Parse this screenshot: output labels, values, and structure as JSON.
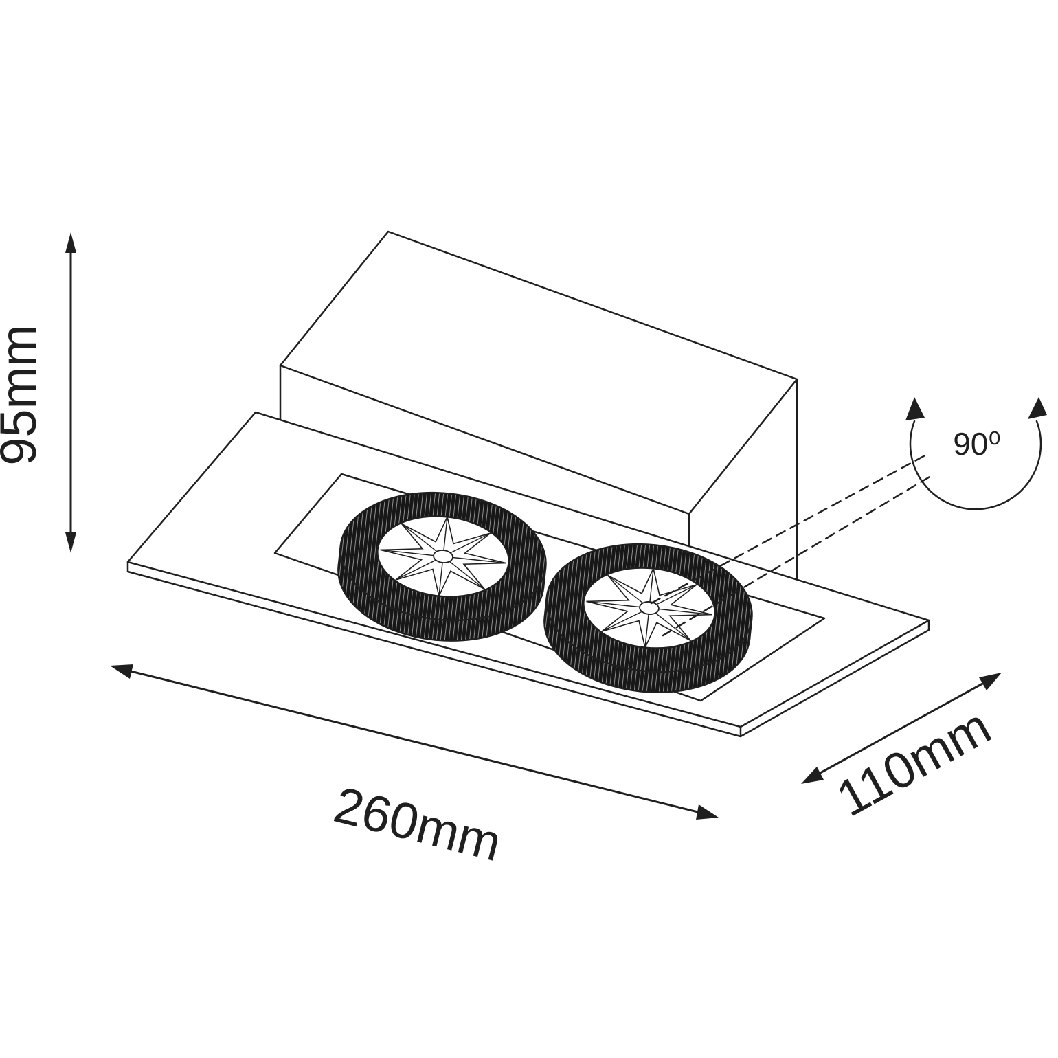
{
  "colors": {
    "line": "#1f1f1f",
    "background": "#ffffff"
  },
  "dimensions": {
    "height_label": "95mm",
    "length_label": "260mm",
    "depth_label": "110mm"
  },
  "rotation": {
    "angle_label": "90⁰"
  }
}
